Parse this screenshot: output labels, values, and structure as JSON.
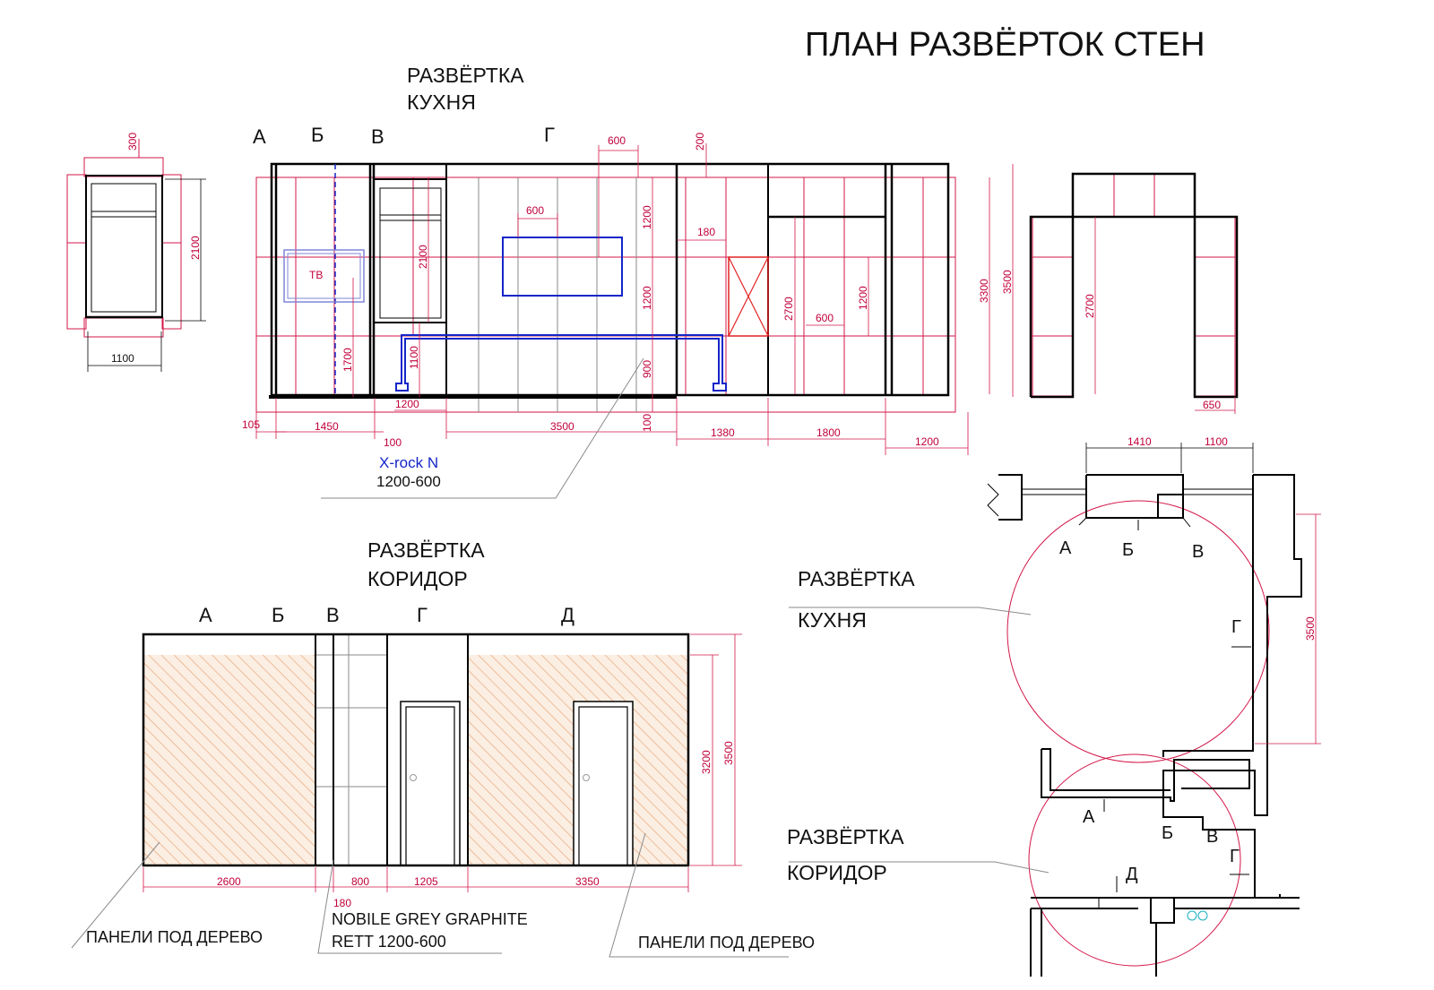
{
  "title": "ПЛАН  РАЗВЁРТОК СТЕН",
  "kitchen": {
    "heading": [
      "РАЗВЁРТКА",
      "КУХНЯ"
    ],
    "wall_letters": [
      "А",
      "Б",
      "В",
      "Г"
    ],
    "tv_label": "ТВ",
    "material_name": "X-rock N",
    "material_size": "1200-600",
    "dims": {
      "w300": "300",
      "h2100": "2100",
      "w1100": "1100",
      "w600a": "600",
      "w600b": "600",
      "w200": "200",
      "w180": "180",
      "v2100": "2100",
      "v1200a": "1200",
      "v1200b": "1200",
      "v1700": "1700",
      "v1100": "1100",
      "v900": "900",
      "v100": "100",
      "w1200": "1200",
      "v2700": "2700",
      "w600c": "600",
      "v1200c": "1200",
      "v3300": "3300",
      "v3500": "3500",
      "v2700b": "2700",
      "w650": "650",
      "b105": "105",
      "b1450": "1450",
      "b100": "100",
      "b3500": "3500",
      "b1380": "1380",
      "b1800": "1800",
      "b1200": "1200"
    }
  },
  "corridor": {
    "heading": [
      "РАЗВЁРТКА",
      "КОРИДОР"
    ],
    "wall_letters": [
      "А",
      "Б",
      "В",
      "Г",
      "Д"
    ],
    "dims": {
      "v3200": "3200",
      "v3500": "3500",
      "b2600": "2600",
      "b180": "180",
      "b800": "800",
      "b1205": "1205",
      "b3350": "3350"
    },
    "label_left": "ПАНЕЛИ ПОД ДЕРЕВО",
    "label_mid_1": "NOBILE GREY GRAPHITE",
    "label_mid_2": "RETT 1200-600",
    "label_right": "ПАНЕЛИ ПОД ДЕРЕВО"
  },
  "plan": {
    "kitchen_heading": [
      "РАЗВЁРТКА",
      "КУХНЯ"
    ],
    "corridor_heading": [
      "РАЗВЁРТКА",
      "КОРИДОР"
    ],
    "kitchen_markers": [
      "А",
      "Б",
      "В",
      "Г"
    ],
    "corridor_markers": [
      "А",
      "Б",
      "В",
      "Г",
      "Д"
    ],
    "dims": {
      "w1410": "1410",
      "w1100": "1100",
      "v3500": "3500"
    }
  },
  "colors": {
    "dimension": "#d3174a",
    "tile": "#1426c8",
    "hatch": "#e9a97a"
  }
}
